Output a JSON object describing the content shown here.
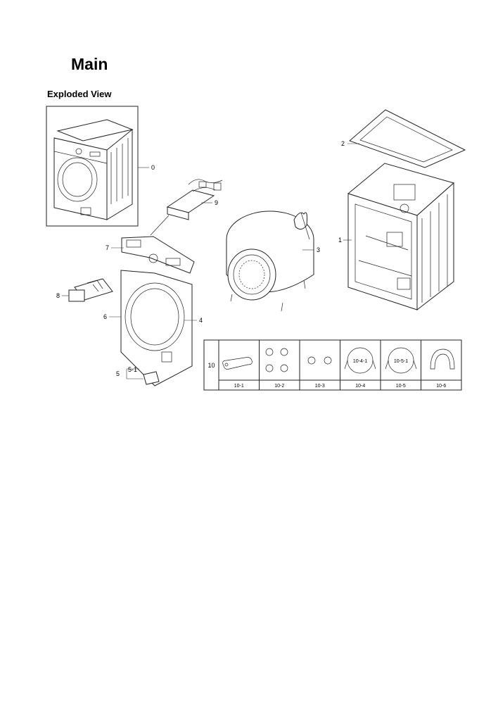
{
  "header": {
    "title": "Main",
    "subtitle": "Exploded View"
  },
  "callouts": {
    "c0": "0",
    "c1": "1",
    "c2": "2",
    "c3": "3",
    "c4": "4",
    "c5": "5",
    "c5_1": "5-1",
    "c6": "6",
    "c7": "7",
    "c8": "8",
    "c9": "9",
    "c10": "10"
  },
  "accessories": {
    "row_label": "10",
    "items": [
      {
        "label": "10-1",
        "icon": "spanner-icon"
      },
      {
        "label": "10-2",
        "icon": "cap-set-4-icon"
      },
      {
        "label": "10-3",
        "icon": "cap-set-2-icon"
      },
      {
        "label": "10-4",
        "icon": "hose-icon",
        "sub_label": "10-4-1"
      },
      {
        "label": "10-5",
        "icon": "hose-icon",
        "sub_label": "10-5-1"
      },
      {
        "label": "10-6",
        "icon": "hose-guide-icon"
      }
    ]
  }
}
